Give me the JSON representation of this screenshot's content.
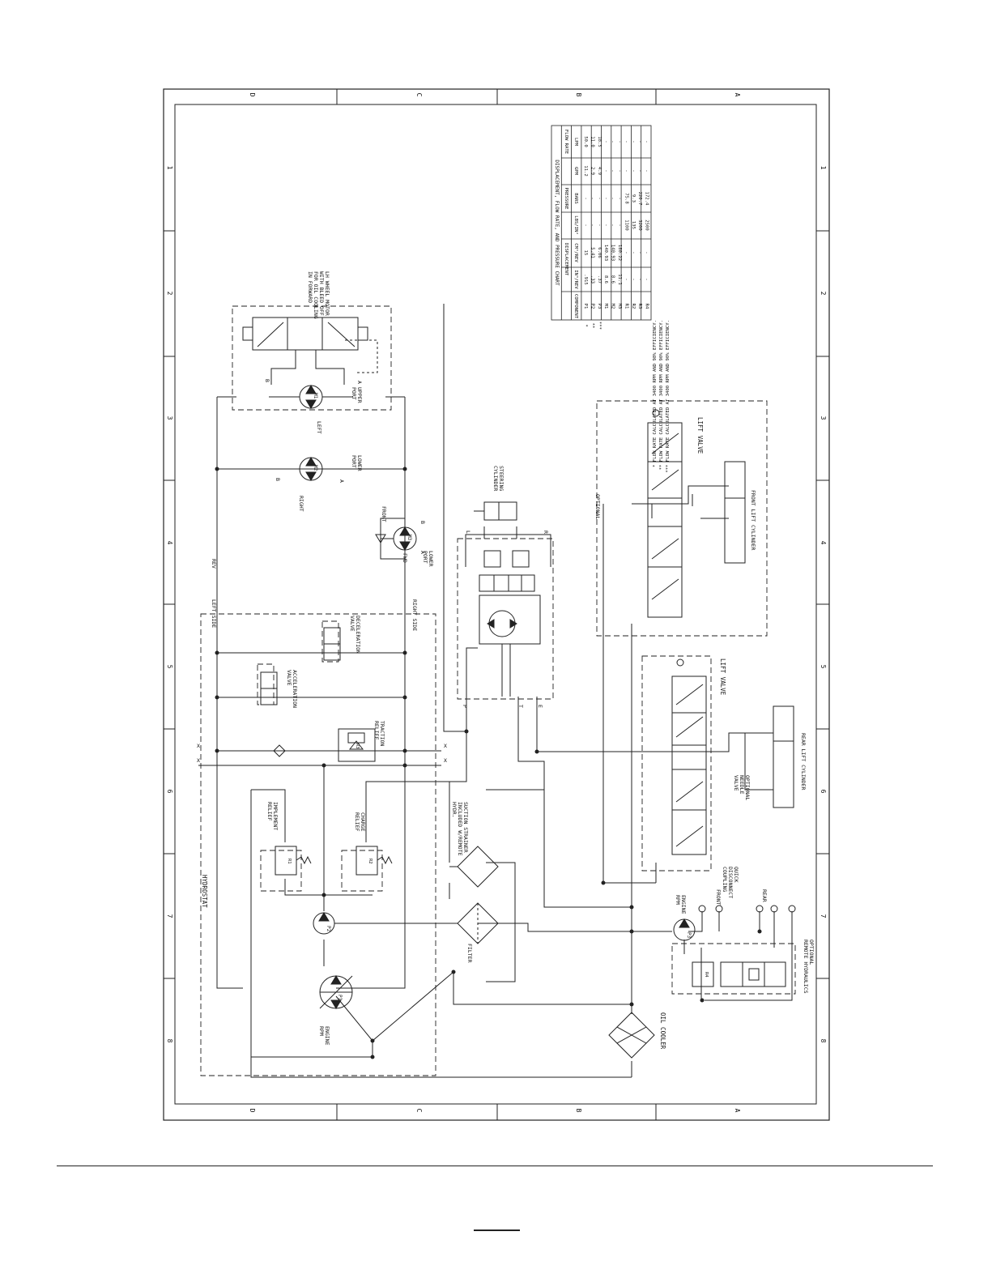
{
  "border": {
    "zones_letters": [
      "D",
      "C",
      "B",
      "A"
    ],
    "zones_numbers": [
      "1",
      "2",
      "3",
      "4",
      "5",
      "6",
      "7",
      "8"
    ]
  },
  "chart": {
    "title": "DISPLACEMENT, FLOW RATE, AND PRESSURE CHART",
    "group_headers": [
      "DISPLACEMENT",
      "PRESSURE",
      "FLOW RATE"
    ],
    "columns": [
      "COMPONENT",
      "IN³/REV",
      "CM³/REV",
      "LBS/IN²",
      "BARS",
      "GPM",
      "LPM"
    ],
    "rows": [
      {
        "mark": "*",
        "cells": [
          "P1",
          ".915",
          "15",
          "-",
          "-",
          "11.2",
          "50.0"
        ]
      },
      {
        "mark": "**",
        "cells": [
          "P2",
          ".33",
          "5.41",
          "-",
          "-",
          "2.9",
          "11.0"
        ]
      },
      {
        "mark": "***",
        "cells": [
          "P3",
          ".37",
          "6.06",
          "-",
          "-",
          "4.9",
          "18.5"
        ]
      },
      {
        "mark": "",
        "cells": [
          "M1",
          "8.6",
          "140.93",
          "-",
          "-",
          "-",
          "-"
        ]
      },
      {
        "mark": "",
        "cells": [
          "M2",
          "8.6",
          "140.93",
          "-",
          "-",
          "-",
          "-"
        ]
      },
      {
        "mark": "",
        "cells": [
          "M3",
          "11.1",
          "180.22",
          "-",
          "-",
          "-",
          "-"
        ]
      },
      {
        "mark": "",
        "cells": [
          "R1",
          "-",
          "-",
          "1100",
          "75.8",
          "-",
          "-"
        ]
      },
      {
        "mark": "",
        "cells": [
          "R2",
          "-",
          "-",
          "135",
          "9.3",
          "-",
          "-"
        ]
      },
      {
        "mark": "",
        "cells": [
          "R3",
          "-",
          "-",
          "3200",
          "220.7",
          "-",
          "-"
        ]
      },
      {
        "mark": "",
        "cells": [
          "R4",
          "-",
          "-",
          "2500",
          "172.4",
          "-",
          "-"
        ]
      }
    ],
    "footnotes": [
      "* FLOW RATE CALCULATED AT 3400 RPM AND 98% EFFICIENCY.",
      "** FLOW RATE CALCULATED AT 3400 RPM AND 90% EFFICIENCY.",
      "*** FLOW RATE CALCULATED AT 3400 RPM AND 90% EFFICIENCY."
    ]
  },
  "labels": {
    "wheel_motor_note": [
      "LH WHEEL MOTOR",
      "WITH BLEED OFF",
      "FOR OIL COOLING",
      "IN FORWARD"
    ],
    "left": "LEFT",
    "right": "RIGHT",
    "front": "FRONT",
    "upper_port": [
      "UPPER",
      "PORT"
    ],
    "lower_port": [
      "LOWER",
      "PORT"
    ],
    "port_a": "A",
    "port_b": "B",
    "m1": "M1",
    "m2": "M2",
    "m3": "M3",
    "rev": "REV",
    "fwd": "FWD",
    "left_side": "LEFT SIDE",
    "right_side": "RIGHT SIDE",
    "deceleration_valve": [
      "DECELERATION",
      "VALVE"
    ],
    "acceleration_valve": [
      "ACCELERATION",
      "VALVE"
    ],
    "traction_relief": [
      "TRACTION",
      "RELIEF"
    ],
    "implement_relief": [
      "IMPLEMENT",
      "RELIEF"
    ],
    "charge_relief": [
      "CHARGE",
      "RELIEF"
    ],
    "suction_strainer": [
      "SUCTION STRAINER",
      "INCLUDED W/REMOTE",
      "HYDR."
    ],
    "filter": "FILTER",
    "oil_cooler": "OIL COOLER",
    "hydrostat": "HYDROSTAT",
    "engine_rpm": [
      "ENGINE",
      "RPM"
    ],
    "steering_cylinder": [
      "STEERING",
      "CYLINDER"
    ],
    "l": "L",
    "r": "R",
    "p": "P",
    "t": "T",
    "e": "E",
    "optional": "OPTIONAL",
    "lift_valve": "LIFT VALVE",
    "front_lift_cylinder": "FRONT LIFT CYLINDER",
    "rear_lift_cylinder": "REAR LIFT CYLINDER",
    "optional_needle_valve": [
      "OPTIONAL",
      "NEEDLE",
      "VALVE"
    ],
    "quick_disconnect": [
      "QUICK",
      "DISCONNECT",
      "COUPLING"
    ],
    "rear": "REAR",
    "optional_remote": [
      "OPTIONAL",
      "REMOTE HYDRAULICS"
    ],
    "p1": "P1",
    "p2": "P2",
    "p3": "P3",
    "r1": "R1",
    "r2": "R2",
    "r3": "R3",
    "r4": "R4",
    "x": "X"
  }
}
